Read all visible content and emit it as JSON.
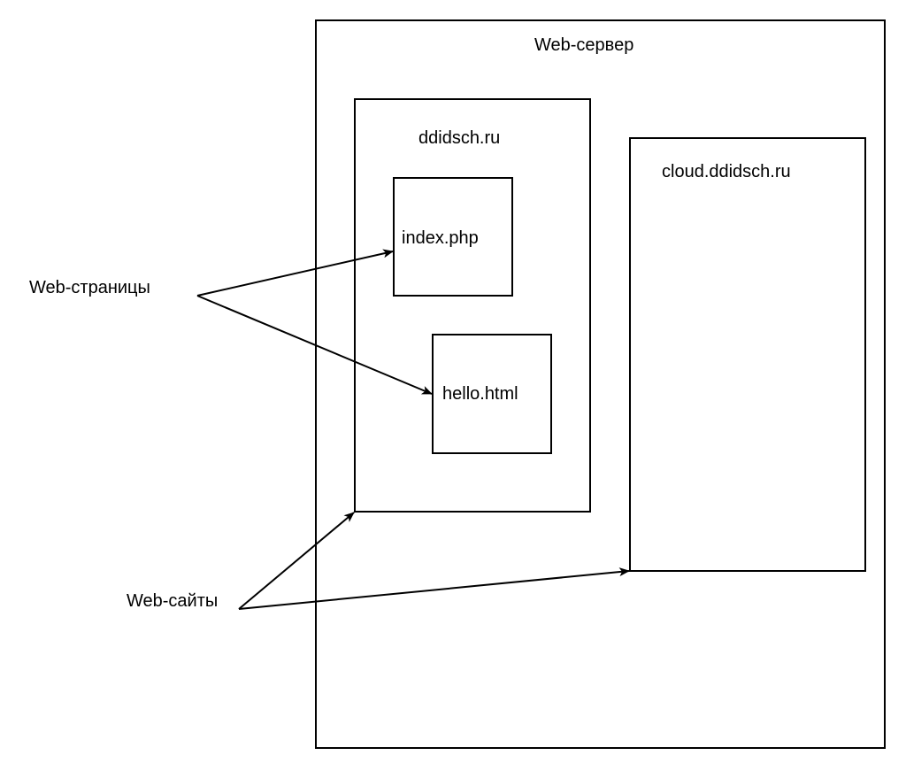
{
  "diagram": {
    "server": {
      "label": "Web-сервер"
    },
    "sites": [
      {
        "label": "ddidsch.ru",
        "pages": [
          {
            "label": "index.php"
          },
          {
            "label": "hello.html"
          }
        ]
      },
      {
        "label": "cloud.ddidsch.ru",
        "pages": []
      }
    ],
    "annotations": {
      "pages_label": "Web-страницы",
      "sites_label": "Web-сайты"
    },
    "edges": [
      {
        "from": "Web-страницы",
        "to": "index.php"
      },
      {
        "from": "Web-страницы",
        "to": "hello.html"
      },
      {
        "from": "Web-сайты",
        "to": "ddidsch.ru"
      },
      {
        "from": "Web-сайты",
        "to": "cloud.ddidsch.ru"
      }
    ]
  }
}
